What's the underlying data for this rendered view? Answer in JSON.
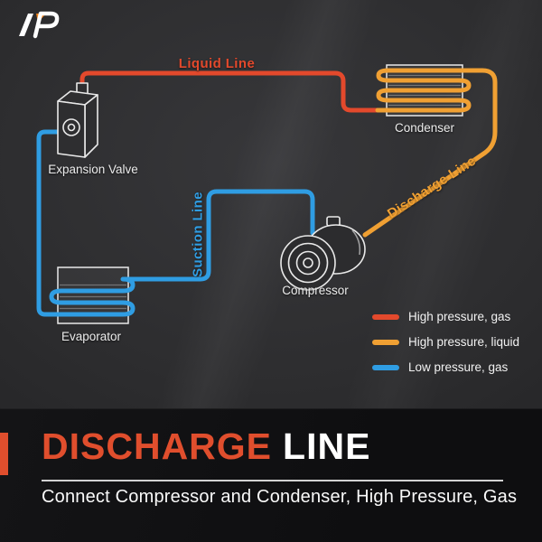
{
  "logo": {
    "icon_name": "brand-logo-icon",
    "accent_color": "#f07f13"
  },
  "diagram": {
    "components": [
      {
        "id": "expansion_valve",
        "label": "Expansion Valve"
      },
      {
        "id": "condenser",
        "label": "Condenser"
      },
      {
        "id": "compressor",
        "label": "Compressor"
      },
      {
        "id": "evaporator",
        "label": "Evaporator"
      }
    ],
    "lines": [
      {
        "id": "liquid_line",
        "label": "Liquid Line",
        "color": "#e3492c",
        "between": [
          "Expansion Valve",
          "Condenser"
        ]
      },
      {
        "id": "discharge_line",
        "label": "Discharge Line",
        "color": "#f0a033",
        "between": [
          "Condenser",
          "Compressor"
        ]
      },
      {
        "id": "suction_line",
        "label": "Suction Line",
        "color": "#2f9de3",
        "between": [
          "Evaporator",
          "Compressor"
        ]
      }
    ],
    "legend": [
      {
        "label": "High pressure, gas",
        "color": "#e3492c"
      },
      {
        "label": "High pressure, liquid",
        "color": "#f0a033"
      },
      {
        "label": "Low pressure, gas",
        "color": "#2f9de3"
      }
    ]
  },
  "footer": {
    "title_accent": "DISCHARGE",
    "title_rest": "LINE",
    "accent_color": "#e04e2d",
    "subtitle": "Connect Compressor and Condenser, High Pressure, Gas"
  }
}
